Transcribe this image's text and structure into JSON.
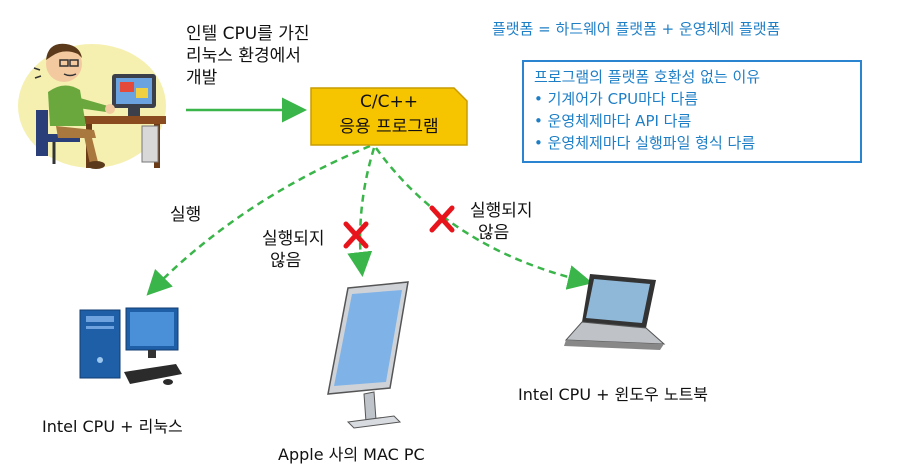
{
  "developer": {
    "label_lines": [
      "인텔 CPU를 가진",
      "리눅스 환경에서",
      "개발"
    ]
  },
  "formula": "플랫폼 = 하드웨어 플랫폼 + 운영체제 플랫폼",
  "info_box": {
    "title": "프로그램의 플랫폼 호환성 없는 이유",
    "items": [
      "• 기계어가 CPU마다 다름",
      "• 운영체제마다 API 다름",
      "• 운영체제마다 실행파일 형식 다름"
    ]
  },
  "program": {
    "lines": [
      "C/C++",
      "응용 프로그램"
    ],
    "fill": "#f7c400"
  },
  "edges": {
    "linux": "실행",
    "mac_lines": [
      "실행되지",
      "않음"
    ],
    "laptop_lines": [
      "실행되지",
      "않음"
    ],
    "dashed_color": "#3ab54a",
    "x_color": "#e8141c"
  },
  "devices": {
    "linux": "Intel CPU + 리눅스",
    "mac": "Apple 사의 MAC PC",
    "laptop": "Intel CPU + 윈도우 노트북"
  }
}
